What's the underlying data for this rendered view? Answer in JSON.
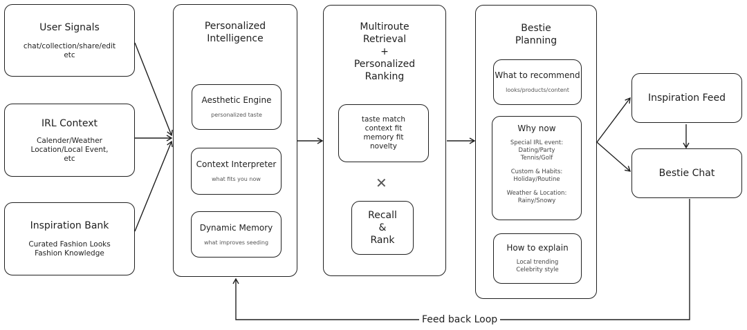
{
  "inputs": {
    "user_signals": {
      "title": "User Signals",
      "lines": [
        "chat/collection/share/edit",
        "etc"
      ]
    },
    "irl_context": {
      "title": "IRL Context",
      "lines": [
        "Calender/Weather",
        "Location/Local Event,",
        "etc"
      ]
    },
    "inspiration_bank": {
      "title": "Inspiration Bank",
      "lines": [
        "Curated Fashion Looks",
        "Fashion Knowledge"
      ]
    }
  },
  "personalized_intelligence": {
    "title_lines": [
      "Personalized",
      "Intelligence"
    ],
    "modules": [
      {
        "title": "Aesthetic Engine",
        "subtitle": "personalized taste"
      },
      {
        "title": "Context Interpreter",
        "subtitle": "what fits you now"
      },
      {
        "title": "Dynamic Memory",
        "subtitle": "what improves seeding"
      }
    ]
  },
  "retrieval": {
    "title_lines": [
      "Multiroute",
      "Retrieval",
      "+",
      "Personalized",
      "Ranking"
    ],
    "criteria": [
      "taste match",
      "context fit",
      "memory fit",
      "novelty"
    ],
    "cross_symbol": "✕",
    "recall_lines": [
      "Recall",
      "&",
      "Rank"
    ]
  },
  "bestie_planning": {
    "title_lines": [
      "Bestie",
      "Planning"
    ],
    "what": {
      "title": "What to recommend",
      "subtitle": "looks/products/content"
    },
    "why": {
      "title": "Why now",
      "groups": [
        [
          "Special IRL event:",
          "Dating/Party",
          "Tennis/Golf"
        ],
        [
          "Custom & Habits:",
          "Holiday/Routine"
        ],
        [
          "Weather & Location:",
          "Rainy/Snowy"
        ]
      ]
    },
    "how": {
      "title": "How to explain",
      "lines": [
        "Local trending",
        "Celebrity style"
      ]
    }
  },
  "outputs": {
    "inspiration_feed": "Inspiration Feed",
    "bestie_chat": "Bestie Chat"
  },
  "feedback_label": "Feed back Loop"
}
